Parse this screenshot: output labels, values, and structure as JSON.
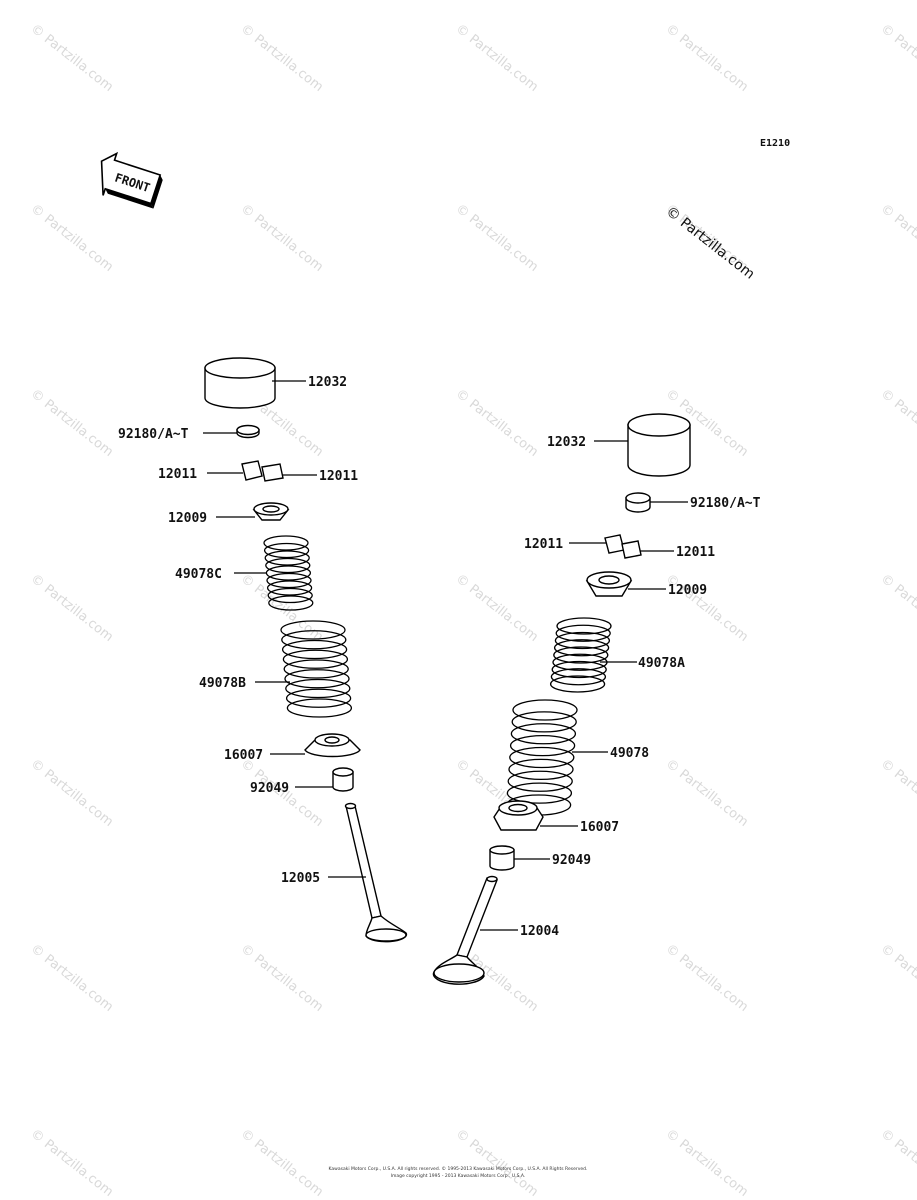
{
  "diagram": {
    "code": "E1210",
    "front_label": "FRONT",
    "copyright": "© Partzilla.com",
    "watermark": "© Partzilla.com",
    "footer_lines": [
      "Kawasaki Motors Corp., U.S.A. All rights reserved. © 1995-2013 Kawasaki Motors Corp., U.S.A. All Rights Reserved.",
      "Image copyright 1995 - 2013 Kawasaki Motors Corp., U.S.A."
    ],
    "left_labels": {
      "lifter": "12032",
      "shim": "92180/A~T",
      "cotter_left": "12011",
      "cotter_right": "12011",
      "retainer": "12009",
      "spring_inner": "49078C",
      "spring_outer": "49078B",
      "seat": "16007",
      "seal": "92049",
      "valve": "12005"
    },
    "right_labels": {
      "lifter": "12032",
      "shim": "92180/A~T",
      "cotter_left": "12011",
      "cotter_right": "12011",
      "retainer": "12009",
      "spring_inner": "49078A",
      "spring_outer": "49078",
      "seat": "16007",
      "seal": "92049",
      "valve": "12004"
    }
  }
}
